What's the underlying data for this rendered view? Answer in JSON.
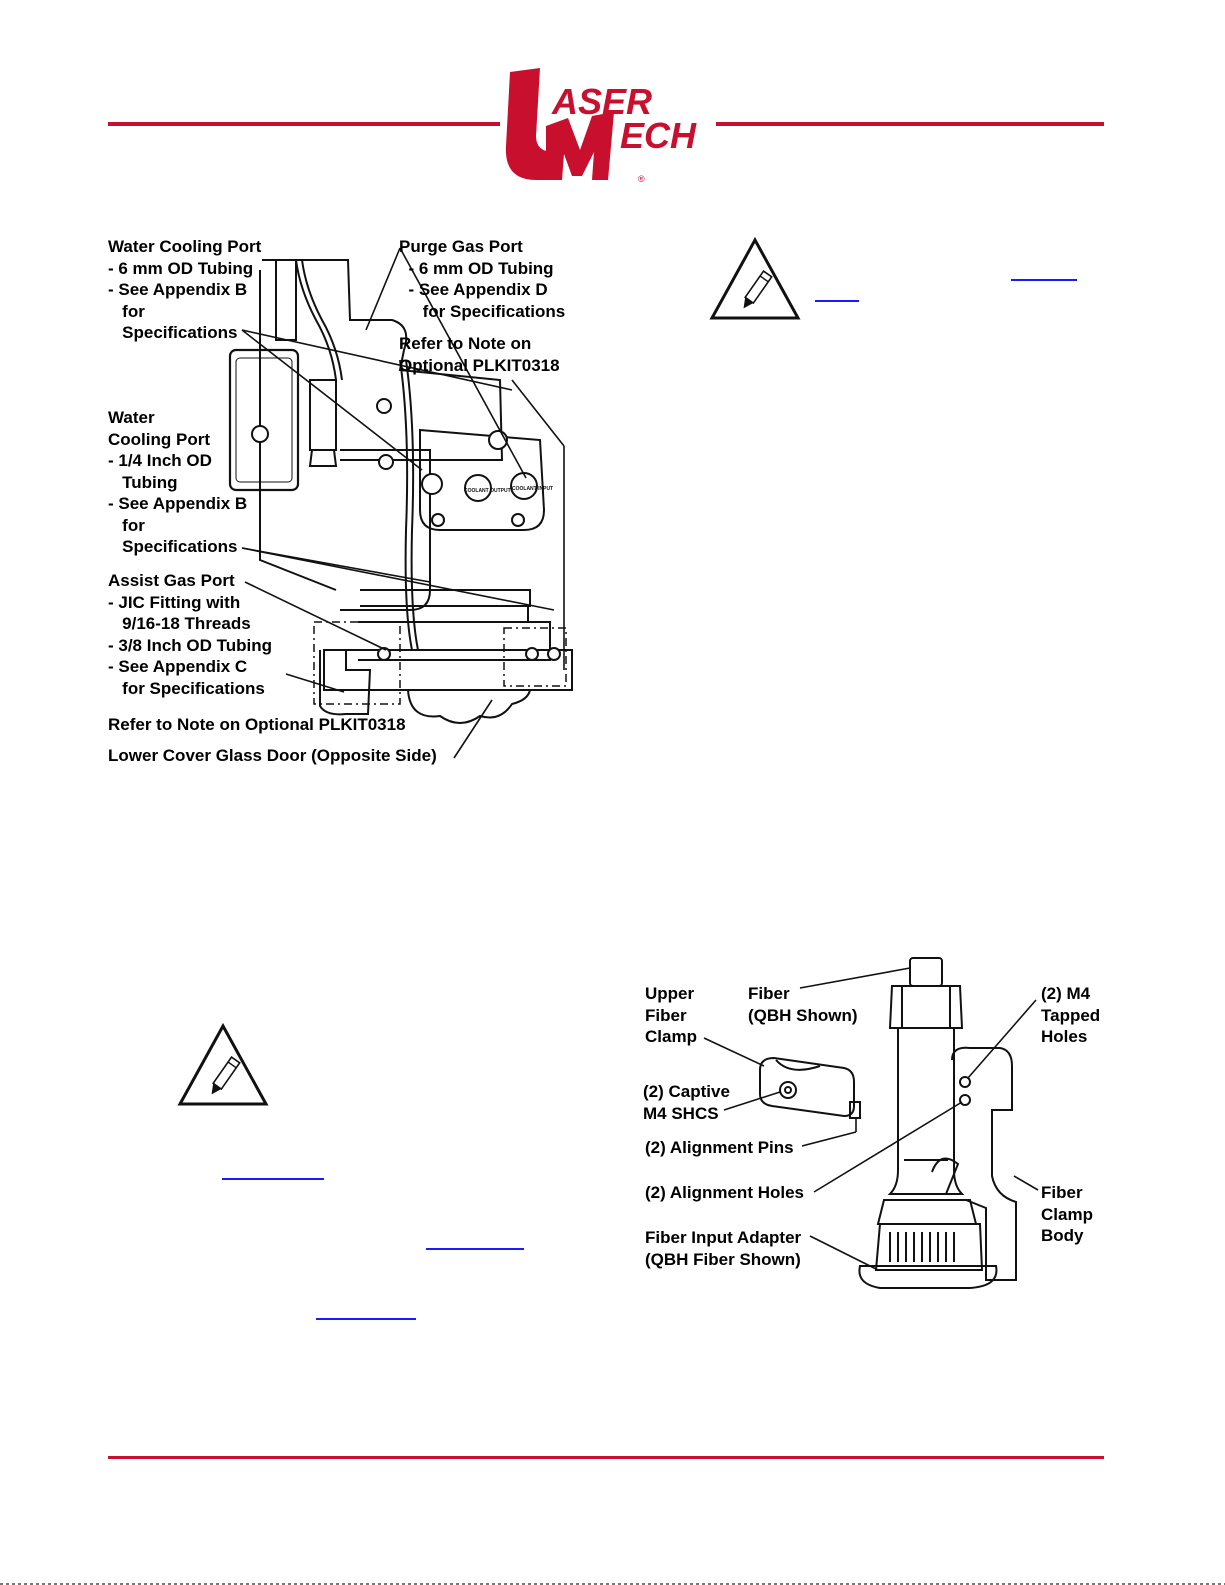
{
  "header": {
    "logo_text": "LASER MECH",
    "logo_registered": "®",
    "brand_color": "#c8102e"
  },
  "figure_head": {
    "labels": {
      "water_port_6mm": "Water Cooling Port\n- 6 mm OD Tubing\n- See Appendix B\n   for\n   Specifications",
      "purge_gas": "Purge Gas Port\n  - 6 mm OD Tubing\n  - See Appendix D\n     for Specifications",
      "refer_top": "Refer to Note on\nOptional PLKIT0318",
      "water_port_quarter": "Water\nCooling Port\n- 1/4 Inch OD\n   Tubing\n- See Appendix B\n   for\n   Specifications",
      "assist_gas": "Assist Gas Port\n- JIC Fitting with\n   9/16-18 Threads\n- 3/8 Inch OD Tubing\n- See Appendix C\n   for Specifications",
      "refer_bottom": "Refer to Note on Optional PLKIT0318",
      "lower_door": "Lower Cover Glass Door (Opposite Side)"
    },
    "plate_labels": [
      "COOLANT OUTPUT",
      "COOLANT INPUT"
    ]
  },
  "figure_clamp": {
    "labels": {
      "upper_clamp": "Upper\nFiber\nClamp",
      "fiber": "Fiber\n(QBH Shown)",
      "m4_tapped": "(2) M4\nTapped\nHoles",
      "captive_shcs": "(2) Captive\nM4 SHCS",
      "alignment_pins": "(2) Alignment Pins",
      "alignment_holes": "(2) Alignment Holes",
      "fiber_input_adapter": "Fiber Input Adapter\n(QBH Fiber Shown)",
      "clamp_body": "Fiber\nClamp\nBody"
    }
  },
  "icons": [
    "note-pencil-icon",
    "note-pencil-icon"
  ],
  "footer": {}
}
